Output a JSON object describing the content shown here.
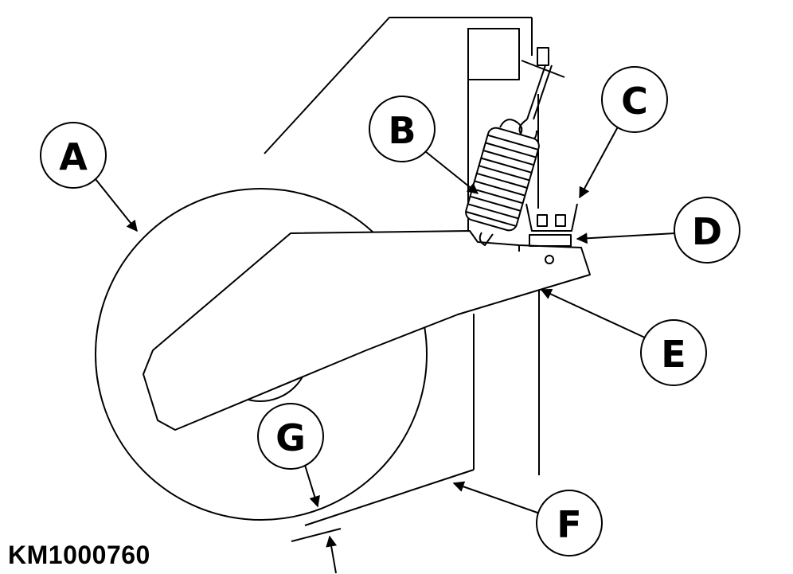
{
  "figure_id": "KM1000760",
  "callouts": {
    "a": "A",
    "b": "B",
    "c": "C",
    "d": "D",
    "e": "E",
    "f": "F",
    "g": "G"
  },
  "colors": {
    "line": "#000000",
    "background": "#ffffff",
    "spring_fill": "#ffffff"
  }
}
